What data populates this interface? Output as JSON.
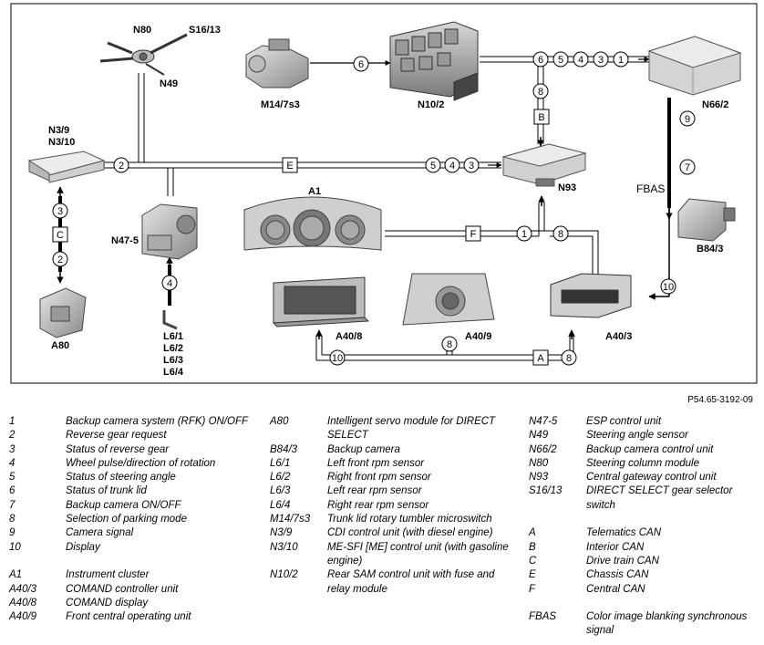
{
  "components": {
    "n80": "N80",
    "s16_13": "S16/13",
    "n49": "N49",
    "m14_7s3": "M14/7s3",
    "n10_2": "N10/2",
    "n66_2": "N66/2",
    "n3_9": "N3/9",
    "n3_10": "N3/10",
    "n93": "N93",
    "a1": "A1",
    "n47_5": "N47-5",
    "b84_3": "B84/3",
    "a80": "A80",
    "a40_8": "A40/8",
    "a40_9": "A40/9",
    "a40_3": "A40/3",
    "l6_1": "L6/1",
    "l6_2": "L6/2",
    "l6_3": "L6/3",
    "l6_4": "L6/4"
  },
  "fbas_label": "FBAS",
  "reference": "P54.65-3192-09",
  "signal_badges": {
    "m14_n10": "6",
    "n10_out": [
      "6",
      "5",
      "4",
      "3",
      "1"
    ],
    "n10_down": "8",
    "bus_e": [
      "5",
      "4",
      "3"
    ],
    "n3_bus": "2",
    "n66_down": [
      "9",
      "7"
    ],
    "a40_3_in": "10",
    "n3_vertical": [
      "3",
      "2"
    ],
    "l6": "4",
    "n93_a1": "1",
    "n93_right": "8",
    "bottom_a40_9": "8",
    "bottom_a40_8": "10",
    "bottom_a40_3": "8"
  },
  "bus_letters": {
    "b": "B",
    "e": "E",
    "c": "C",
    "f": "F",
    "a": "A"
  },
  "legend": {
    "col1": [
      {
        "key": "1",
        "desc": "Backup camera system (RFK) ON/OFF"
      },
      {
        "key": "2",
        "desc": "Reverse gear request"
      },
      {
        "key": "3",
        "desc": "Status of reverse gear"
      },
      {
        "key": "4",
        "desc": "Wheel pulse/direction of rotation"
      },
      {
        "key": "5",
        "desc": "Status of steering angle"
      },
      {
        "key": "6",
        "desc": "Status of trunk lid"
      },
      {
        "key": "7",
        "desc": "Backup camera ON/OFF"
      },
      {
        "key": "8",
        "desc": "Selection of parking mode"
      },
      {
        "key": "9",
        "desc": "Camera signal"
      },
      {
        "key": "10",
        "desc": "Display"
      },
      {
        "key": "",
        "desc": ""
      },
      {
        "key": "A1",
        "desc": "Instrument cluster"
      },
      {
        "key": "A40/3",
        "desc": "COMAND controller unit"
      },
      {
        "key": "A40/8",
        "desc": "COMAND display"
      },
      {
        "key": "A40/9",
        "desc": "Front central operating unit"
      }
    ],
    "col2": [
      {
        "key": "A80",
        "desc": "Intelligent servo module for DIRECT SELECT"
      },
      {
        "key": "B84/3",
        "desc": "Backup camera"
      },
      {
        "key": "L6/1",
        "desc": "Left front rpm sensor"
      },
      {
        "key": "L6/2",
        "desc": "Right front rpm sensor"
      },
      {
        "key": "L6/3",
        "desc": "Left rear rpm sensor"
      },
      {
        "key": "L6/4",
        "desc": "Right rear rpm sensor"
      },
      {
        "key": "M14/7s3",
        "desc": "Trunk lid rotary tumbler microswitch"
      },
      {
        "key": "N3/9",
        "desc": "CDI control unit (with diesel engine)"
      },
      {
        "key": "N3/10",
        "desc": "ME-SFI [ME] control unit (with gasoline engine)"
      },
      {
        "key": "N10/2",
        "desc": "Rear SAM control unit with fuse and relay module"
      }
    ],
    "col3": [
      {
        "key": "N47-5",
        "desc": "ESP control unit"
      },
      {
        "key": "N49",
        "desc": "Steering angle sensor"
      },
      {
        "key": "N66/2",
        "desc": "Backup camera control unit"
      },
      {
        "key": "N80",
        "desc": "Steering column module"
      },
      {
        "key": "N93",
        "desc": "Central gateway control unit"
      },
      {
        "key": "S16/13",
        "desc": "DIRECT SELECT gear selector switch"
      },
      {
        "key": "",
        "desc": ""
      },
      {
        "key": "A",
        "desc": "Telematics CAN"
      },
      {
        "key": "B",
        "desc": "Interior CAN"
      },
      {
        "key": "C",
        "desc": "Drive train CAN"
      },
      {
        "key": "E",
        "desc": "Chassis CAN"
      },
      {
        "key": "F",
        "desc": "Central CAN"
      },
      {
        "key": "",
        "desc": ""
      },
      {
        "key": "FBAS",
        "desc": "Color image blanking synchronous signal"
      }
    ]
  }
}
